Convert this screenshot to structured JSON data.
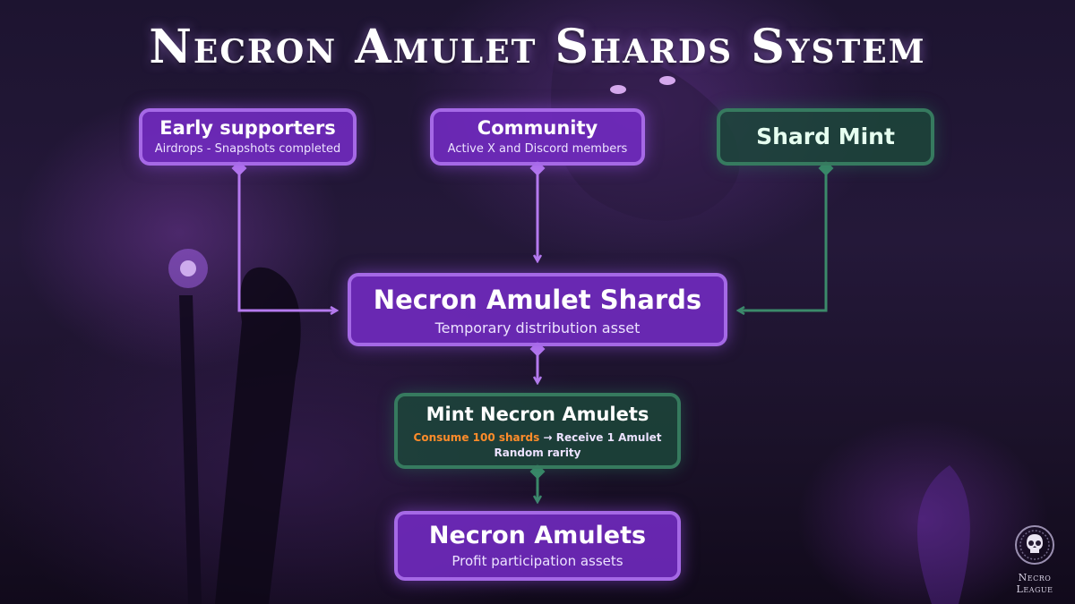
{
  "title": "Necron Amulet Shards System",
  "nodes": {
    "early_supporters": {
      "heading": "Early supporters",
      "sub": "Airdrops - Snapshots completed"
    },
    "community": {
      "heading": "Community",
      "sub": "Active X and Discord members"
    },
    "shard_mint": {
      "heading": "Shard Mint"
    },
    "shards": {
      "heading": "Necron Amulet Shards",
      "sub": "Temporary distribution asset"
    },
    "mint_amulets": {
      "heading": "Mint Necron Amulets",
      "consume": "Consume 100 shards",
      "arrow": " → ",
      "receive": "Receive 1 Amulet",
      "rarity": "Random rarity"
    },
    "amulets": {
      "heading": "Necron Amulets",
      "sub": "Profit participation assets"
    }
  },
  "edges": [
    {
      "from": "Early supporters",
      "to": "Necron Amulet Shards"
    },
    {
      "from": "Community",
      "to": "Necron Amulet Shards"
    },
    {
      "from": "Shard Mint",
      "to": "Necron Amulet Shards"
    },
    {
      "from": "Necron Amulet Shards",
      "to": "Mint Necron Amulets"
    },
    {
      "from": "Mint Necron Amulets",
      "to": "Necron Amulets"
    }
  ],
  "logo": {
    "text": "Necro League",
    "icon": "skull-emblem-icon"
  },
  "colors": {
    "purple_node": "#762cc8",
    "purple_border": "#b076f0",
    "green_node": "#1c483a",
    "green_border": "#3a8264",
    "accent_orange": "#ff8c2a",
    "purple_line": "#b57aef",
    "green_line": "#3b8a6a"
  }
}
